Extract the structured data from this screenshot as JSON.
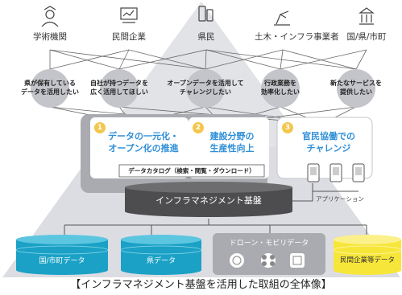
{
  "stakeholders": [
    {
      "label": "学術機関",
      "icon": "academic-icon"
    },
    {
      "label": "民間企業",
      "icon": "company-icon"
    },
    {
      "label": "県民",
      "icon": "citizens-icon"
    },
    {
      "label": "土木・インフラ事業者",
      "icon": "construction-icon"
    },
    {
      "label": "国/県/市町",
      "icon": "government-icon"
    }
  ],
  "needs": [
    {
      "line1": "県が保有している",
      "line2": "データを活用したい"
    },
    {
      "line1": "自社が持つデータを",
      "line2": "広く活用してほしい"
    },
    {
      "line1": "オープンデータを活用して",
      "line2": "チャレンジしたい"
    },
    {
      "line1": "行政業務を",
      "line2": "効率化したい"
    },
    {
      "line1": "新たなサービスを",
      "line2": "提供したい"
    }
  ],
  "pillars": [
    {
      "number": "1",
      "line1": "データの一元化・",
      "line2": "オープン化の推進"
    },
    {
      "number": "2",
      "line1": "建設分野の",
      "line2": "生産性向上"
    },
    {
      "number": "3",
      "line1": "官民協働での",
      "line2": "チャレンジ"
    }
  ],
  "catalog_label": "データカタログ（検索・閲覧・ダウンロード）",
  "platform_label": "インフラマネジメント基盤",
  "application_label": "アプリケーション",
  "data_sources": {
    "municipal": "国/市町データ",
    "prefecture": "県データ",
    "drone_mobility": "ドローン・モビリデータ",
    "private": "民間企業等データ"
  },
  "caption": "【インフラマネジメント基盤を活用した取組の全体像】",
  "colors": {
    "accent_blue": "#2f8fd8",
    "teal": "#1ba1c6",
    "yellow": "#f7e63a",
    "number_badge": "#f3c64c",
    "platform_dark": "#555555"
  }
}
